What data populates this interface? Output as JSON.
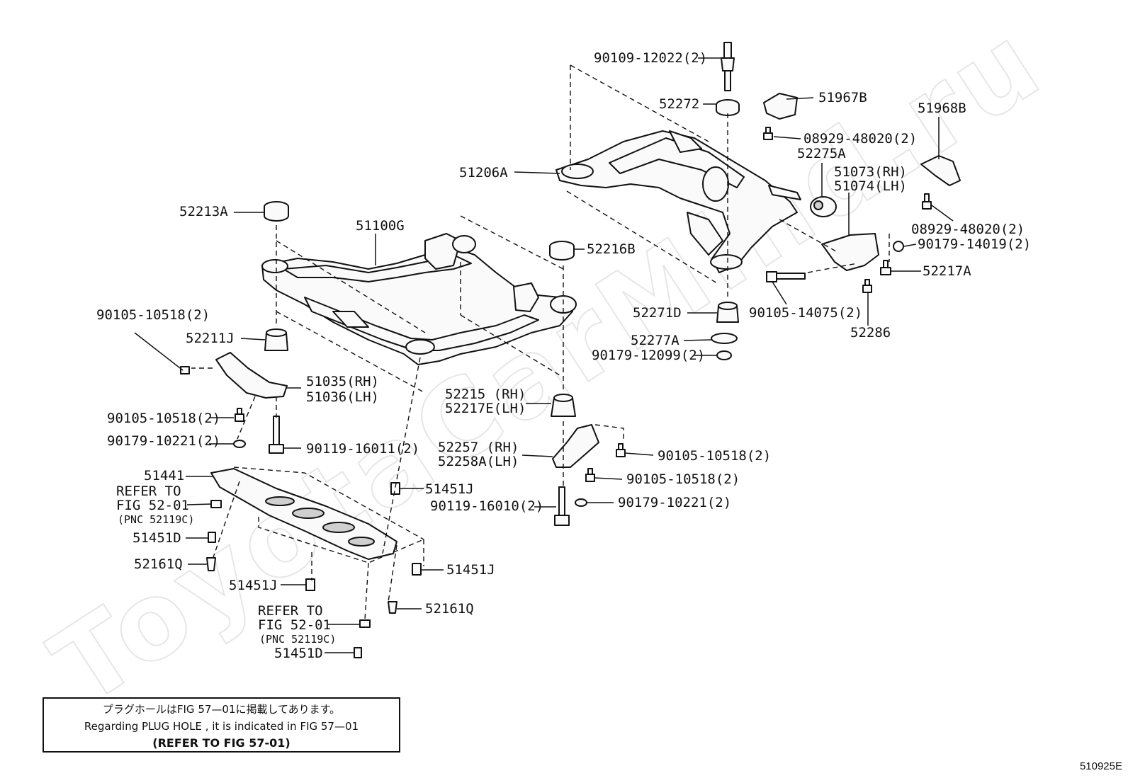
{
  "watermark": "ToyotaCarMind.ru",
  "labels": {
    "p90109_12022": "90109-12022(2)",
    "p52272": "52272",
    "p51967B": "51967B",
    "p51968B": "51968B",
    "p08929_48020_a": "08929-48020(2)",
    "p52275A": "52275A",
    "p51206A": "51206A",
    "p51073": "51073(RH)",
    "p51074": "51074(LH)",
    "p08929_48020_b": "08929-48020(2)",
    "p90179_14019": "90179-14019(2)",
    "p52217A": "52217A",
    "p90105_14075": "90105-14075(2)",
    "p52286": "52286",
    "p52213A": "52213A",
    "p51100G": "51100G",
    "p52216B": "52216B",
    "p52271D": "52271D",
    "p52277A": "52277A",
    "p90179_12099": "90179-12099(2)",
    "p90105_10518_a": "90105-10518(2)",
    "p52211J": "52211J",
    "p51035": "51035(RH)",
    "p51036": "51036(LH)",
    "p90105_10518_b": "90105-10518(2)",
    "p90179_10221_a": "90179-10221(2)",
    "p90119_16011": "90119-16011(2)",
    "p52215": "52215 (RH)",
    "p52217E": "52217E(LH)",
    "p52257": "52257 (RH)",
    "p52258A": "52258A(LH)",
    "p90105_10518_c": "90105-10518(2)",
    "p90105_10518_d": "90105-10518(2)",
    "p90179_10221_b": "90179-10221(2)",
    "p90119_16010": "90119-16010(2)",
    "p51441": "51441",
    "ref1_line1": "REFER TO",
    "ref1_line2": "FIG 52-01",
    "ref1_line3": "(PNC 52119C)",
    "p51451J_a": "51451J",
    "p51451D_a": "51451D",
    "p52161Q_a": "52161Q",
    "p51451J_b": "51451J",
    "p51451J_c": "51451J",
    "p52161Q_b": "52161Q",
    "ref2_line1": "REFER TO",
    "ref2_line2": "FIG 52-01",
    "ref2_line3": "(PNC 52119C)",
    "p51451D_b": "51451D"
  },
  "note": {
    "jp": "プラグホールはFIG 57—01に掲載してあります。",
    "en": "Regarding PLUG HOLE , it is indicated in FIG 57—01",
    "ref": "(REFER TO FIG 57-01)"
  },
  "figure_code": "510925E"
}
